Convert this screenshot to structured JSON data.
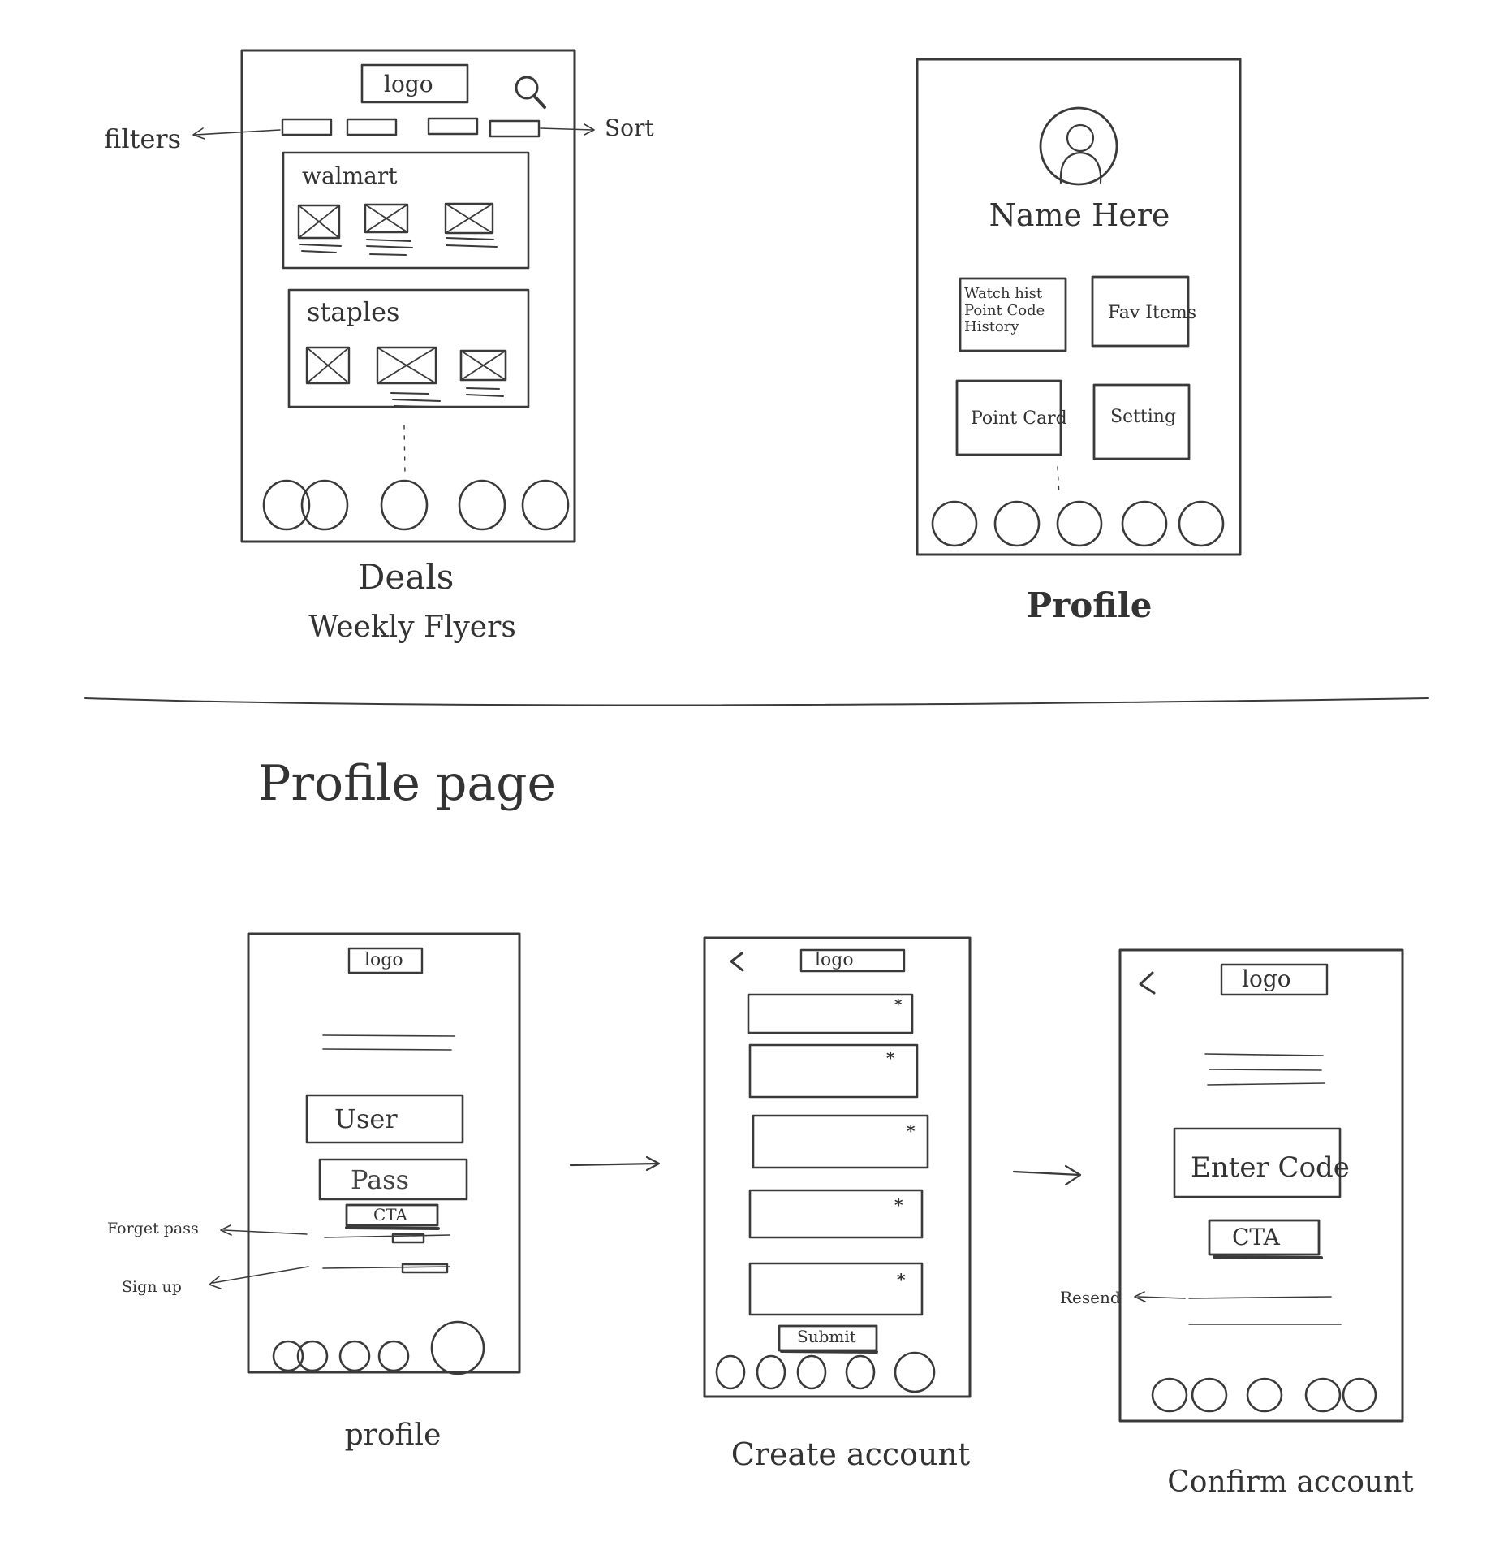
{
  "section_title": "Profile page",
  "deals_screen": {
    "logo": "logo",
    "search_icon": "search-icon",
    "annotation_filters": "filters",
    "annotation_sort": "Sort",
    "stores": [
      {
        "name": "walmart",
        "item_count": 3
      },
      {
        "name": "staples",
        "item_count": 3
      }
    ],
    "nav_dots": 5,
    "active_nav_index": 3,
    "caption_line1": "Deals",
    "caption_line2": "Weekly Flyers"
  },
  "profile_screen": {
    "avatar_icon": "user-avatar-icon",
    "name": "Name Here",
    "tiles": [
      "Watch hist Point Code History",
      "Fav Items",
      "Point Card",
      "Setting"
    ],
    "nav_dots": 5,
    "active_nav_index": 4,
    "caption": "Profile"
  },
  "login_screen": {
    "logo": "logo",
    "user_field": "User",
    "pass_field": "Pass",
    "cta": "CTA",
    "annotation_forget": "Forget pass",
    "annotation_signup": "Sign up",
    "nav_dots": 5,
    "active_nav_index": 4,
    "caption": "profile"
  },
  "create_account_screen": {
    "back_icon": "back-chevron-icon",
    "logo": "logo",
    "field_count": 5,
    "required_marker": "*",
    "submit": "Submit",
    "nav_dots": 5,
    "active_nav_index": 4,
    "caption": "Create account"
  },
  "confirm_account_screen": {
    "back_icon": "back-chevron-icon",
    "logo": "logo",
    "code_field": "Enter Code",
    "cta": "CTA",
    "annotation_resend": "Resend",
    "nav_dots": 5,
    "active_nav_index": 4,
    "caption": "Confirm account"
  }
}
